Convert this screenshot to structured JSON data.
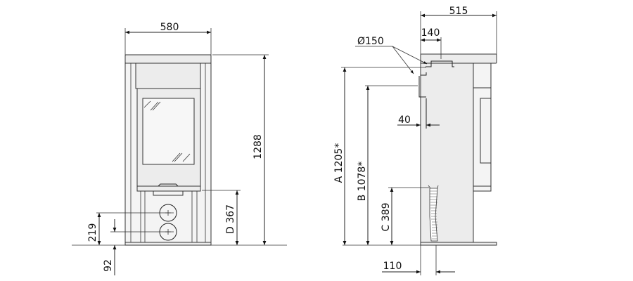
{
  "front_view": {
    "width_label": "580",
    "height_label": "1288",
    "d_label": "D 367",
    "outlet_a_label": "219",
    "outlet_b_label": "92"
  },
  "side_view": {
    "depth_label": "515",
    "flue_offset_label": "140",
    "flue_diameter_label": "Ø150",
    "a_label": "A 1205*",
    "b_label": "B 1078*",
    "c_label": "C 389",
    "rear_label": "40",
    "base_label": "110"
  }
}
